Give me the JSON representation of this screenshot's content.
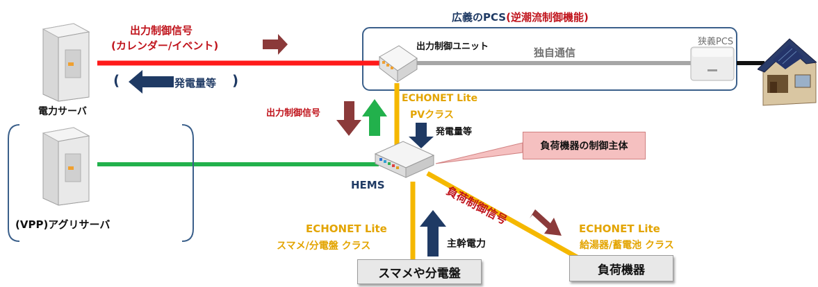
{
  "labels": {
    "output_control_signal_top": "出力制御信号",
    "output_control_signal_sub": "(カレンダー/イベント)",
    "generation_bracket_open": "(",
    "generation_top": "発電量等",
    "generation_bracket_close": ")",
    "power_server": "電力サーバ",
    "broad_pcs_prefix": "広義のPCS",
    "broad_pcs_suffix": "(逆潮流制御機能)",
    "output_control_unit": "出力制御ユニット",
    "proprietary_comm": "独自通信",
    "narrow_pcs": "狭義PCS",
    "output_control_signal_mid": "出力制御信号",
    "echonet_pv_1": "ECHONET Lite",
    "echonet_pv_2": "PVクラス",
    "generation_mid": "発電量等",
    "load_control_entity": "負荷機器の制御主体",
    "hems": "HEMS",
    "load_control_signal": "負荷制御信号",
    "vpp_server": "(VPP)アグリサーバ",
    "echonet_meter_1": "ECHONET Lite",
    "echonet_meter_2": "スマメ/分電盤 クラス",
    "main_power": "主幹電力",
    "meter_box": "スマメや分電盤",
    "echonet_load_1": "ECHONET Lite",
    "echonet_load_2": "給湯器/蓄電池 クラス",
    "load_box": "負荷機器"
  },
  "colors": {
    "red_line": "#ff1a1a",
    "green_line": "#22b14c",
    "gold_line": "#f5b800",
    "gray_line": "#a6a6a6",
    "navy_arrow": "#1f3a64",
    "maroon_arrow": "#8b3a3a",
    "green_arrow": "#22b14c",
    "pcs_border": "#3a5f8a"
  },
  "icons": [
    "server-icon",
    "router-icon",
    "hems-hub-icon",
    "house-icon",
    "pcs-device-icon"
  ]
}
